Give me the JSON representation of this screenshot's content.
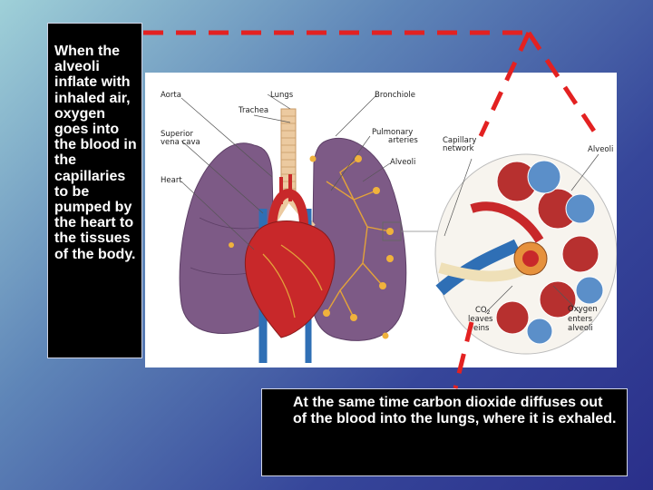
{
  "left_caption": "When the alveoli inflate with inhaled air, oxygen goes into the blood in the capillaries to be pumped by the heart to the tissues of the body.",
  "bottom_caption": "At the same time carbon dioxide diffuses out of the blood into the lungs, where it is exhaled.",
  "labels": {
    "aorta": "Aorta",
    "lungs": "Lungs",
    "bronchiole": "Bronchiole",
    "trachea": "Trachea",
    "superior_vena_cava_1": "Superior",
    "superior_vena_cava_2": "vena cava",
    "pulmonary_arteries_1": "Pulmonary",
    "pulmonary_arteries_2": "arteries",
    "heart": "Heart",
    "alveoli_left": "Alveoli",
    "capillary_network_1": "Capillary",
    "capillary_network_2": "network",
    "alveoli_right": "Alveoli",
    "co2_1": "CO",
    "co2_sub": "2",
    "co2_2": "leaves",
    "co2_3": "veins",
    "oxygen_1": "Oxygen",
    "oxygen_2": "enters",
    "oxygen_3": "alveoli"
  },
  "colors": {
    "lung": "#7d5a86",
    "artery": "#c8282a",
    "vein": "#2f6fb5",
    "bronchiole": "#e3a23a",
    "callout_line": "#e32121"
  }
}
